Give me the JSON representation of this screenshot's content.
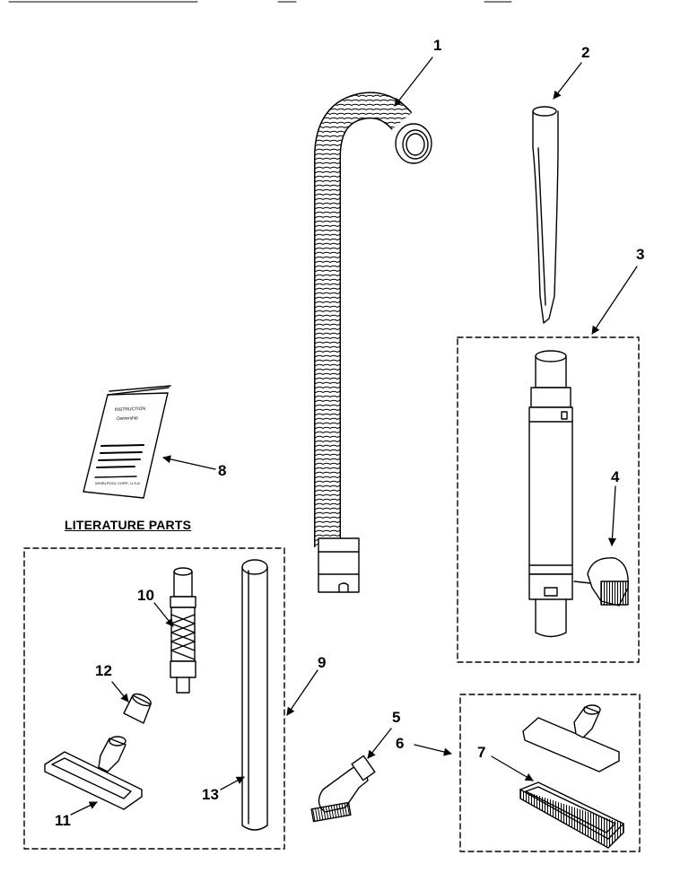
{
  "section_title": "LITERATURE PARTS",
  "booklet": {
    "title_lines": [
      "INSTRUCTION",
      "Ownership"
    ],
    "footer_line": "WHIRLPOOL CORP., U.S.A."
  },
  "callouts": {
    "c1": "1",
    "c2": "2",
    "c3": "3",
    "c4": "4",
    "c5": "5",
    "c6": "6",
    "c7": "7",
    "c8": "8",
    "c9": "9",
    "c10": "10",
    "c11": "11",
    "c12": "12",
    "c13": "13"
  }
}
